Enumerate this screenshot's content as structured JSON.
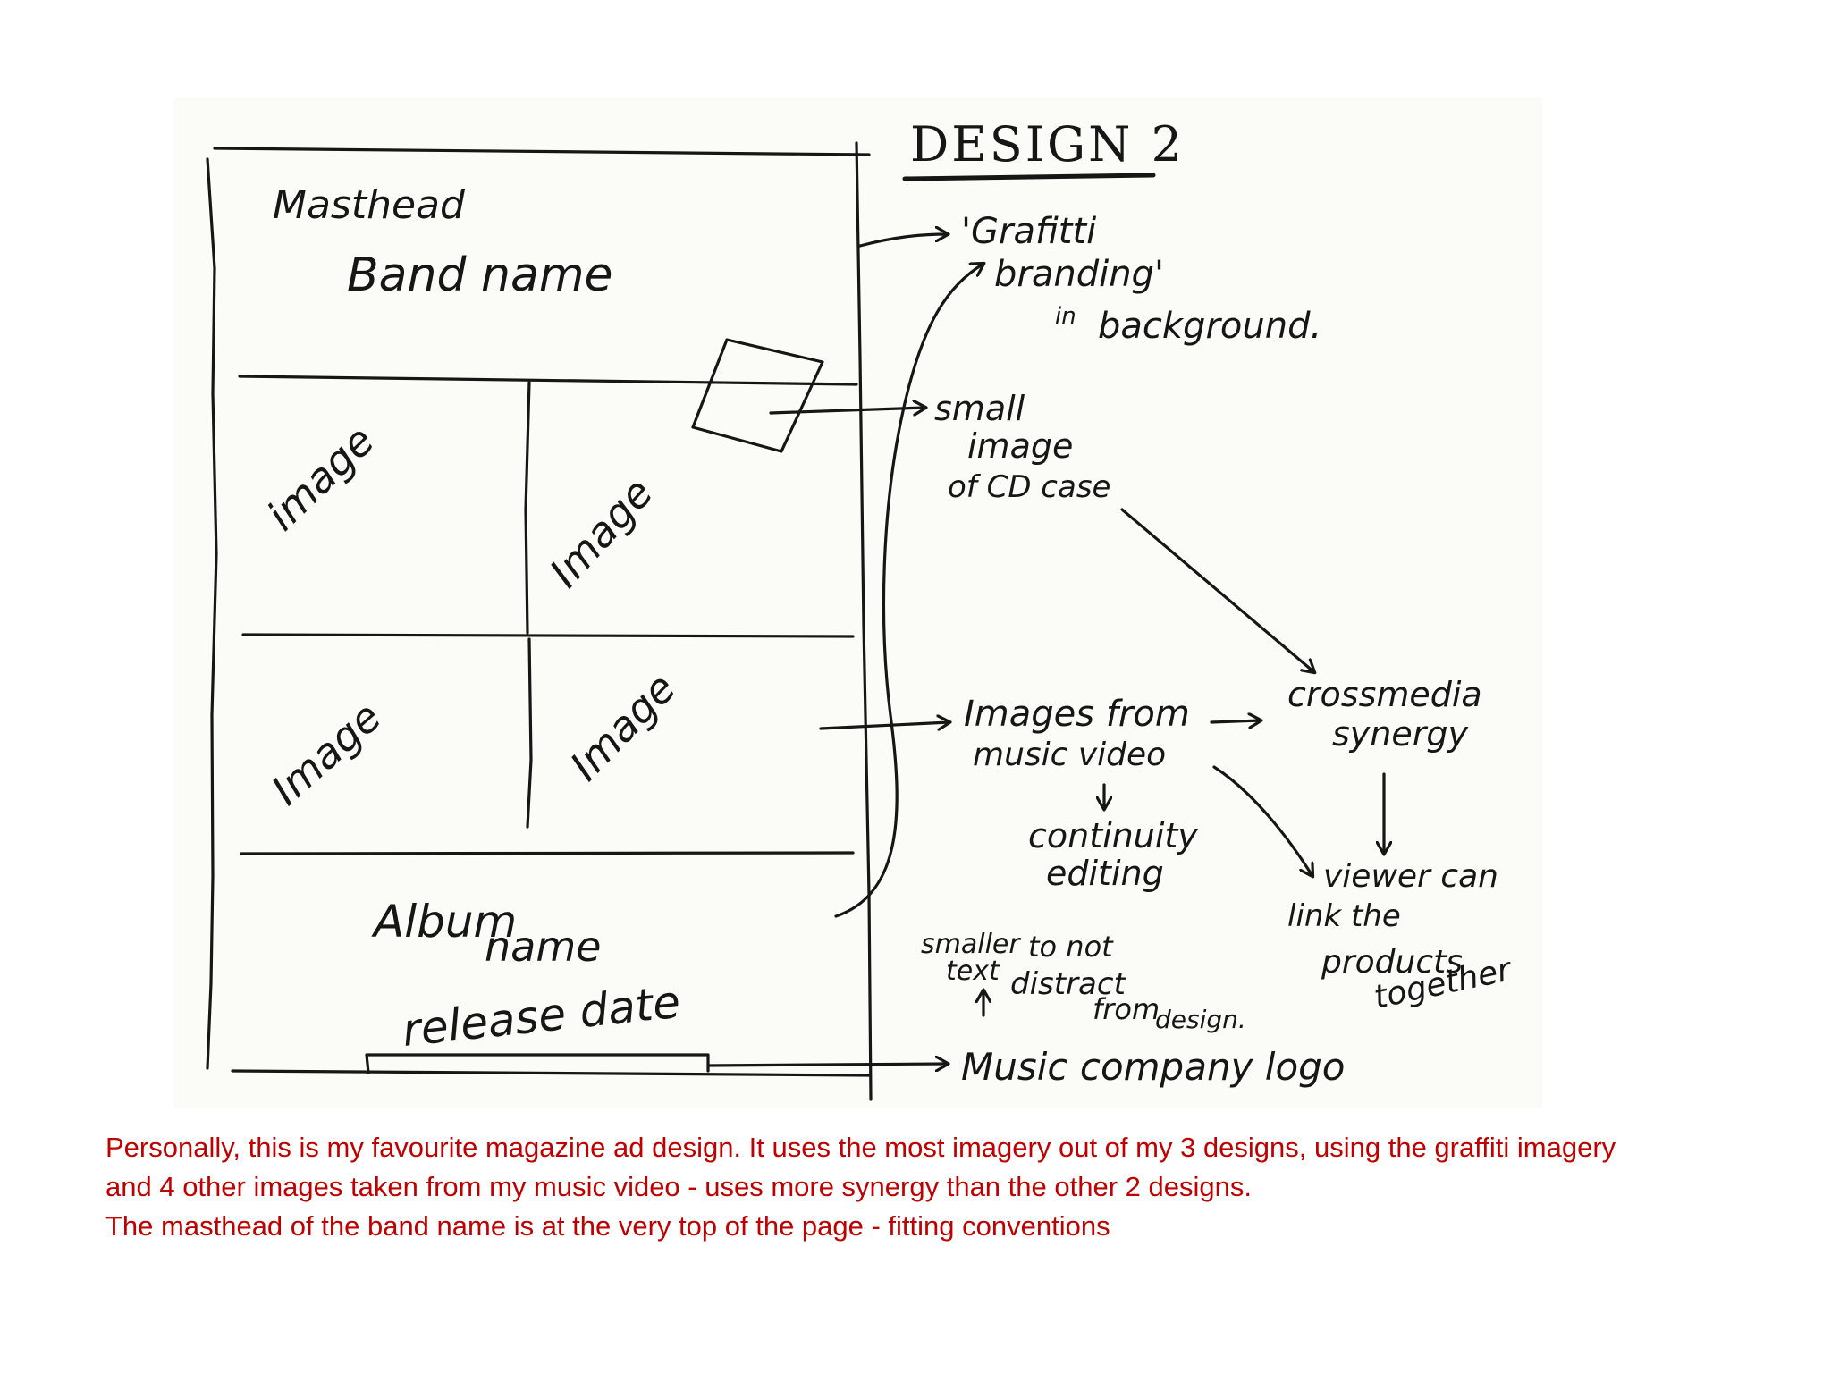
{
  "sketch": {
    "title": "DESIGN 2",
    "layout_labels": {
      "masthead": "Masthead",
      "band_name": "Band name",
      "image_top_left": "image",
      "image_top_right": "Image",
      "image_bottom_left": "Image",
      "image_bottom_right": "Image",
      "album": "Album",
      "album_name": "name",
      "release_date": "release date"
    },
    "notes": {
      "graffiti_1": "'Grafitti",
      "graffiti_2": "branding'",
      "graffiti_3": "in",
      "graffiti_4": "background.",
      "small_image_1": "small",
      "small_image_2": "image",
      "small_image_3": "of CD case",
      "images_from_1": "Images from",
      "images_from_2": "music video",
      "continuity_1": "continuity",
      "continuity_2": "editing",
      "crossmedia_1": "crossmedia",
      "crossmedia_2": "synergy",
      "viewer_1": "viewer can",
      "viewer_2": "link the",
      "viewer_3": "products",
      "viewer_4": "together",
      "smaller_1": "smaller",
      "smaller_2": "text",
      "smaller_3": "to not",
      "smaller_4": "distract",
      "smaller_5": "from",
      "smaller_6": "design.",
      "music_company": "Music company logo"
    }
  },
  "caption": {
    "line1": "Personally, this is my favourite magazine ad design. It uses the most imagery out of my 3 designs, using the graffiti imagery",
    "line2": "and 4 other images taken from my music video - uses more synergy than the other 2 designs.",
    "line3": "The masthead of the band name is at the very top of the page - fitting conventions"
  },
  "colors": {
    "caption": "#c00000",
    "ink": "#161616",
    "paper": "#fbfbf8"
  }
}
